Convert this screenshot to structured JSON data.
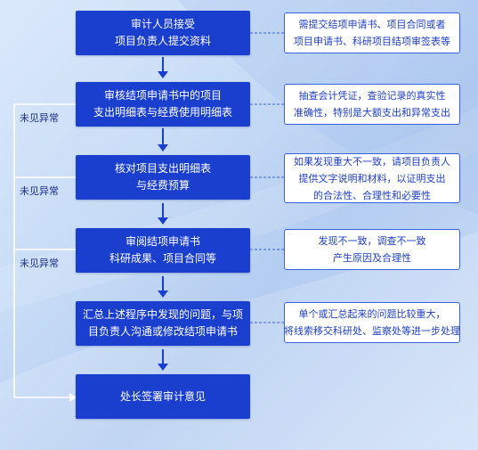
{
  "steps": [
    {
      "line1": "审计人员接受",
      "line2": "项目负责人提交资料"
    },
    {
      "line1": "审核结项申请书中的项目",
      "line2": "支出明细表与经费使用明细表"
    },
    {
      "line1": "核对项目支出明细表",
      "line2": "与经费预算"
    },
    {
      "line1": "审阅结项申请书",
      "line2": "科研成果、项目合同等"
    },
    {
      "line1": "汇总上述程序中发现的问题，与项",
      "line2": "目负责人沟通或修改结项申请书"
    },
    {
      "line1": "处长签署审计意见",
      "line2": ""
    }
  ],
  "notes": [
    {
      "line1": "需提交结项申请书、项目合同或者",
      "line2": "项目申请书、科研项目结项审签表等",
      "line3": ""
    },
    {
      "line1": "抽查会计凭证，查验记录的真实性",
      "line2": "准确性，特别是大额支出和异常支出",
      "line3": ""
    },
    {
      "line1": "如果发现重大不一致，请项目负责人",
      "line2": "提供文字说明和材料，以证明支出",
      "line3": "的合法性、合理性和必要性"
    },
    {
      "line1": "发现不一致，调查不一致",
      "line2": "产生原因及合理性",
      "line3": ""
    },
    {
      "line1": "单个或汇总起来的问题比较重大，",
      "line2": "将线索移交科研处、监察处等进一步处理",
      "line3": ""
    }
  ],
  "tags": [
    "未见异常",
    "未见异常",
    "未见异常"
  ],
  "colors": {
    "step_fill": "#1a3fcf",
    "note_border": "#3b62d9",
    "note_text": "#1e3fc4",
    "arrow": "#1a3fcf",
    "loop_line": "#ffffff"
  }
}
